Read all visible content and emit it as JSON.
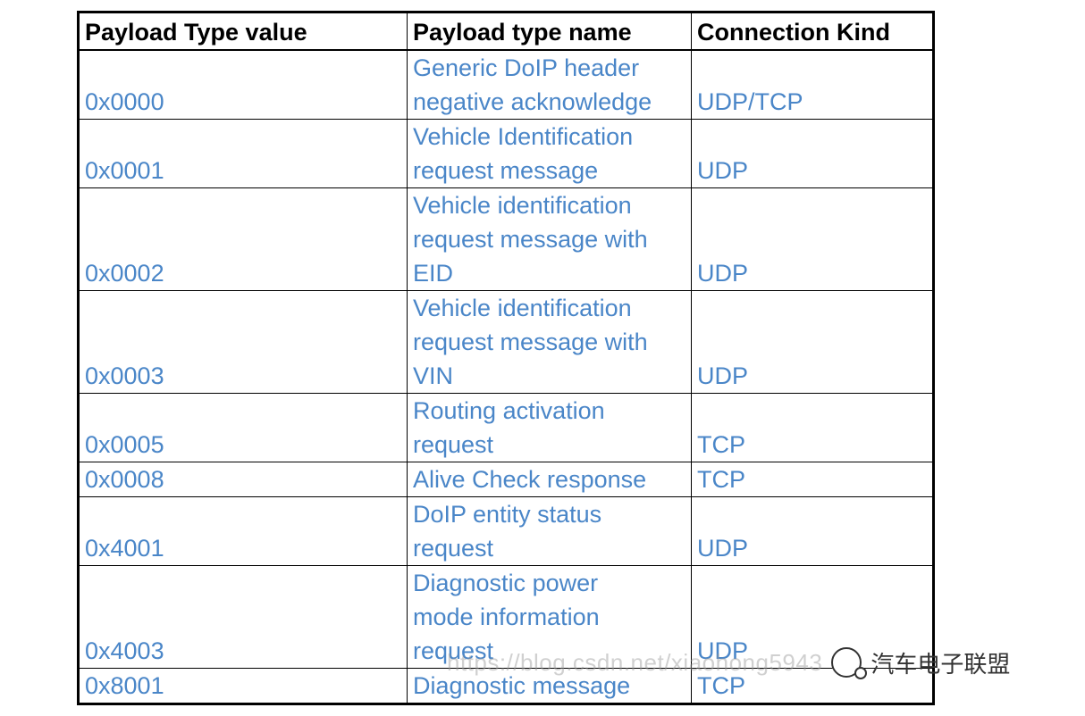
{
  "table": {
    "headers": [
      "Payload Type value",
      "Payload type name",
      "Connection Kind"
    ],
    "rows": [
      {
        "value": "0x0000",
        "name_lines": [
          "Generic DoIP header",
          "negative acknowledge"
        ],
        "kind": "UDP/TCP"
      },
      {
        "value": "0x0001",
        "name_lines": [
          "Vehicle Identification",
          "request message"
        ],
        "kind": "UDP"
      },
      {
        "value": "0x0002",
        "name_lines": [
          "Vehicle identification",
          "request message with",
          "EID"
        ],
        "kind": "UDP"
      },
      {
        "value": "0x0003",
        "name_lines": [
          "Vehicle identification",
          "request message with",
          "VIN"
        ],
        "kind": "UDP"
      },
      {
        "value": "0x0005",
        "name_lines": [
          "Routing activation",
          "request"
        ],
        "kind": "TCP"
      },
      {
        "value": "0x0008",
        "name_lines": [
          "Alive Check response"
        ],
        "kind": "TCP"
      },
      {
        "value": "0x4001",
        "name_lines": [
          "DoIP entity status",
          "request"
        ],
        "kind": "UDP"
      },
      {
        "value": "0x4003",
        "name_lines": [
          "Diagnostic power",
          "mode information",
          "request"
        ],
        "kind": "UDP"
      },
      {
        "value": "0x8001",
        "name_lines": [
          "Diagnostic message"
        ],
        "kind": "TCP"
      }
    ]
  },
  "watermark": {
    "url": "https://blog.csdn.net/xiaohong5943",
    "brand": "汽车电子联盟",
    "icon": "wechat-icon"
  },
  "colors": {
    "cell_text": "#4a86c8",
    "header_text": "#000000",
    "border": "#000000"
  }
}
